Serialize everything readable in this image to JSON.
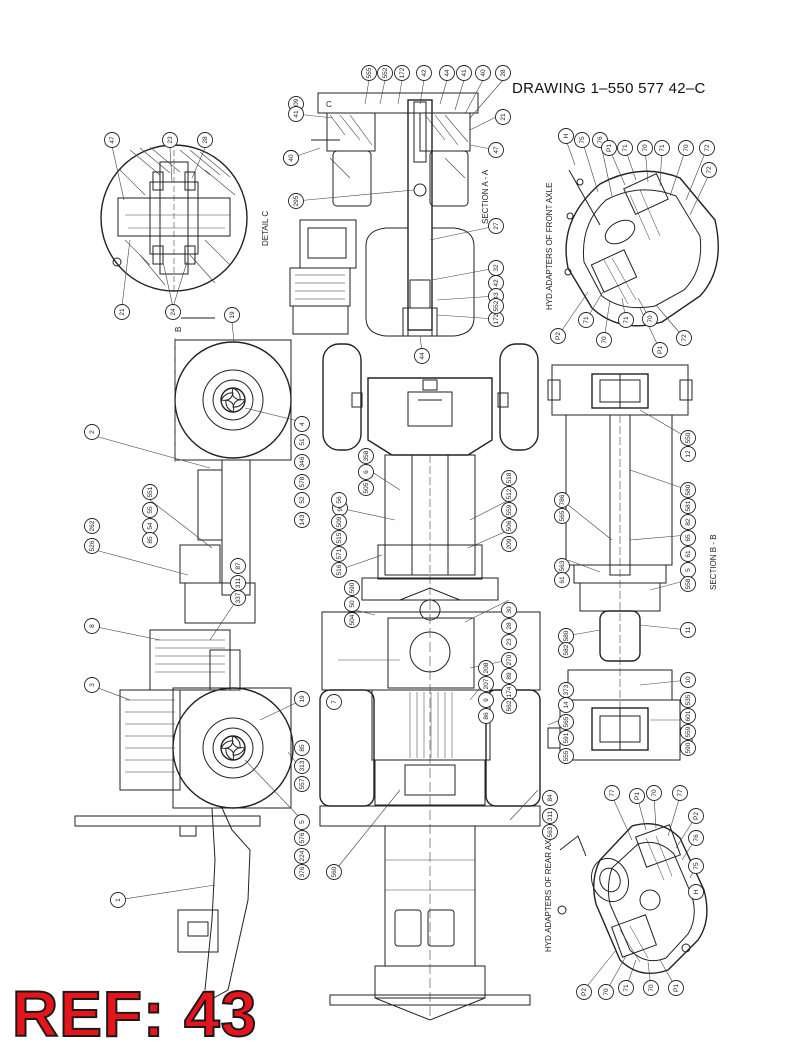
{
  "drawing_title": "DRAWING  1–550 577 42–C",
  "reference_badge": "REF: 43",
  "section_labels": {
    "section_a": "SECTION  A - A",
    "section_b": "SECTION  B - B",
    "detail_c": "DETAIL C",
    "front_axle": "HYD.ADAPTERS OF FRONT AXLE",
    "rear_axle": "HYD.ADAPTERS OF REAR AXLE",
    "marker_b": "B",
    "marker_c": "C"
  },
  "callouts": {
    "detail_c": [
      "47",
      "23",
      "28",
      "21",
      "24"
    ],
    "section_a": [
      "209",
      "555",
      "552",
      "172",
      "42",
      "44",
      "41",
      "40",
      "28",
      "21",
      "47",
      "553",
      "295",
      "27",
      "32",
      "42",
      "43",
      "172",
      "552",
      "41",
      "40",
      "44"
    ],
    "front_adapters": [
      "H",
      "75",
      "76",
      "P1",
      "71",
      "70",
      "71",
      "70",
      "72",
      "72",
      "P2",
      "71",
      "70",
      "71",
      "72",
      "70",
      "P1"
    ],
    "side_view": [
      "19",
      "2",
      "4",
      "51",
      "346",
      "578",
      "52",
      "143",
      "551",
      "55",
      "54",
      "85",
      "262",
      "526",
      "8",
      "87",
      "311",
      "337",
      "3",
      "19",
      "85",
      "313",
      "557",
      "5",
      "576",
      "224",
      "376",
      "1"
    ],
    "top_view": [
      "90",
      "358",
      "6",
      "505",
      "509",
      "515",
      "571",
      "516",
      "518",
      "512",
      "559",
      "506",
      "209",
      "56",
      "50",
      "590",
      "504",
      "30",
      "28",
      "23",
      "270",
      "89",
      "208",
      "207",
      "174",
      "562",
      "9",
      "86",
      "560",
      "7"
    ],
    "section_b": [
      "550",
      "12",
      "580",
      "581",
      "82",
      "65",
      "61",
      "5",
      "558",
      "786",
      "565",
      "563",
      "61",
      "11",
      "580",
      "582",
      "10",
      "14",
      "565",
      "591",
      "535",
      "601",
      "559",
      "590",
      "555",
      "373"
    ],
    "rear_adapters": [
      "77",
      "P1",
      "70",
      "77",
      "P2",
      "76",
      "75",
      "H",
      "P2",
      "70",
      "71",
      "70",
      "P1"
    ],
    "rear_misc": [
      "563",
      "311",
      "84"
    ]
  }
}
